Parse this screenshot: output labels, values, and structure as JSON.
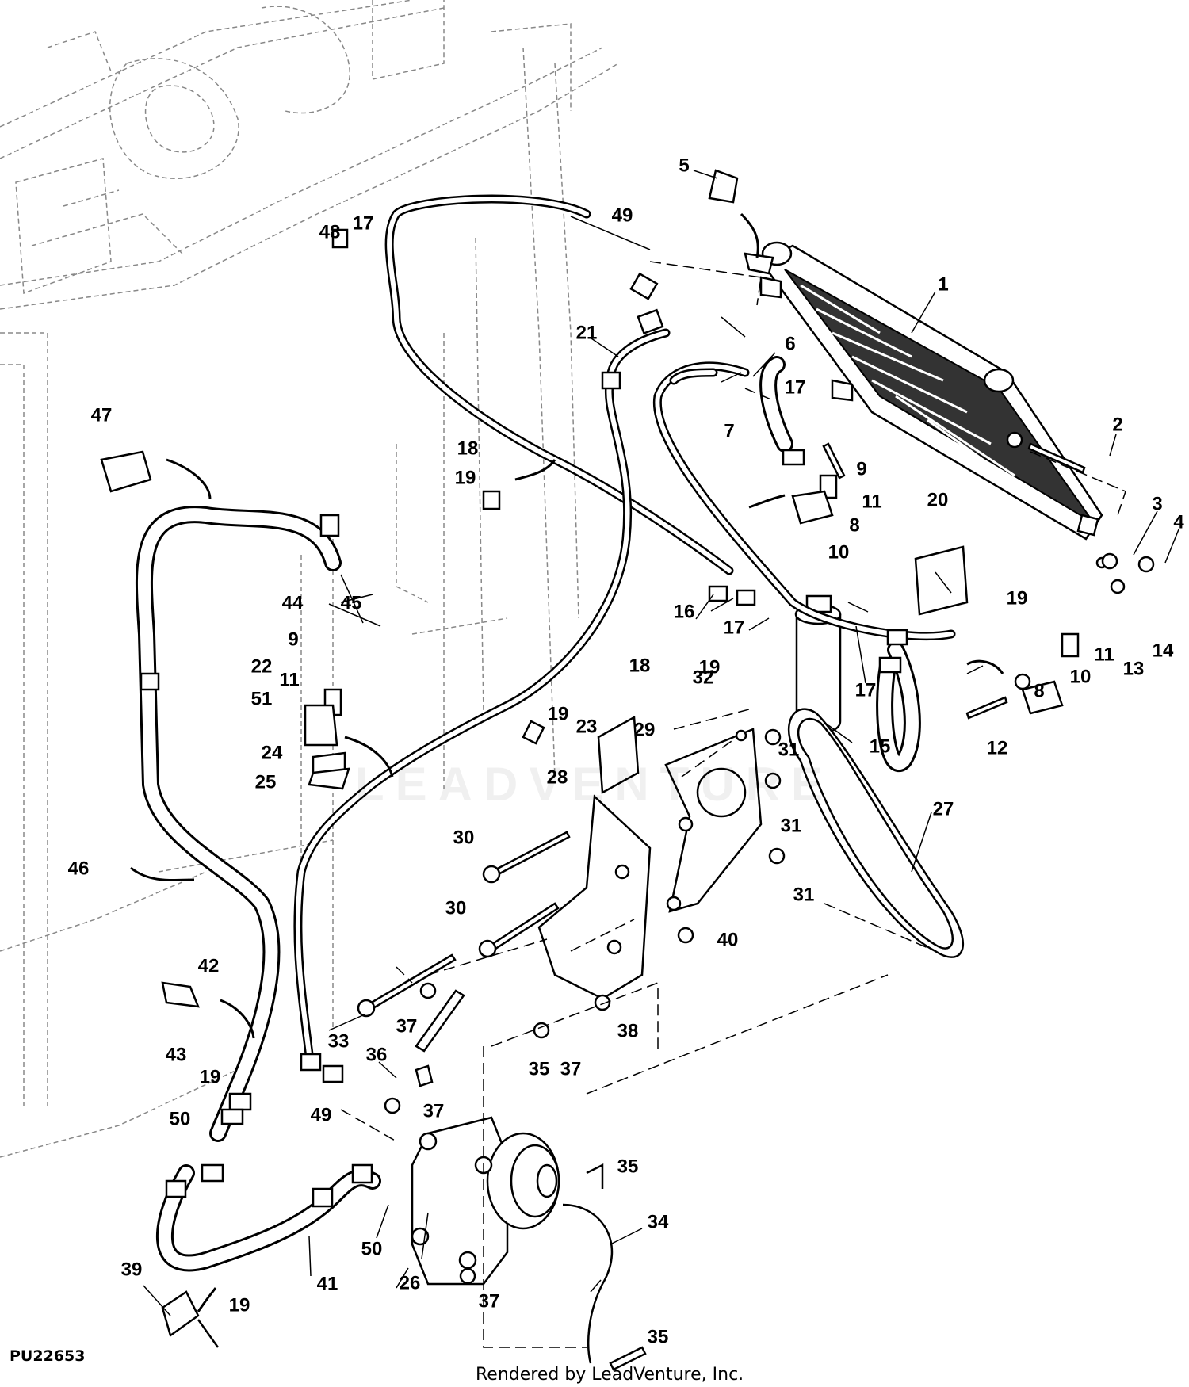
{
  "figure_id": "PU22653",
  "footer_text": "Rendered by LeadVenture, Inc.",
  "watermark": "LEADVENTURE",
  "callouts": {
    "c1": "1",
    "c2": "2",
    "c3": "3",
    "c4": "4",
    "c5": "5",
    "c6": "6",
    "c7": "7",
    "c8a": "8",
    "c8b": "8",
    "c9a": "9",
    "c9b": "9",
    "c10a": "10",
    "c10b": "10",
    "c11a": "11",
    "c11b": "11",
    "c11c": "11",
    "c12": "12",
    "c13": "13",
    "c14": "14",
    "c15": "15",
    "c16": "16",
    "c17a": "17",
    "c17b": "17",
    "c17c": "17",
    "c17d": "17",
    "c18a": "18",
    "c18b": "18",
    "c19a": "19",
    "c19b": "19",
    "c19c": "19",
    "c19d": "19",
    "c19e": "19",
    "c19f": "19",
    "c20": "20",
    "c21": "21",
    "c22": "22",
    "c23": "23",
    "c24": "24",
    "c25": "25",
    "c26": "26",
    "c27": "27",
    "c28": "28",
    "c29": "29",
    "c30a": "30",
    "c30b": "30",
    "c31a": "31",
    "c31b": "31",
    "c31c": "31",
    "c32": "32",
    "c33": "33",
    "c34": "34",
    "c35a": "35",
    "c35b": "35",
    "c35c": "35",
    "c36": "36",
    "c37a": "37",
    "c37b": "37",
    "c37c": "37",
    "c37d": "37",
    "c38": "38",
    "c39": "39",
    "c40": "40",
    "c41": "41",
    "c42": "42",
    "c43": "43",
    "c44": "44",
    "c45": "45",
    "c46": "46",
    "c47": "47",
    "c48": "48",
    "c49a": "49",
    "c49b": "49",
    "c50a": "50",
    "c50b": "50",
    "c51": "51"
  }
}
